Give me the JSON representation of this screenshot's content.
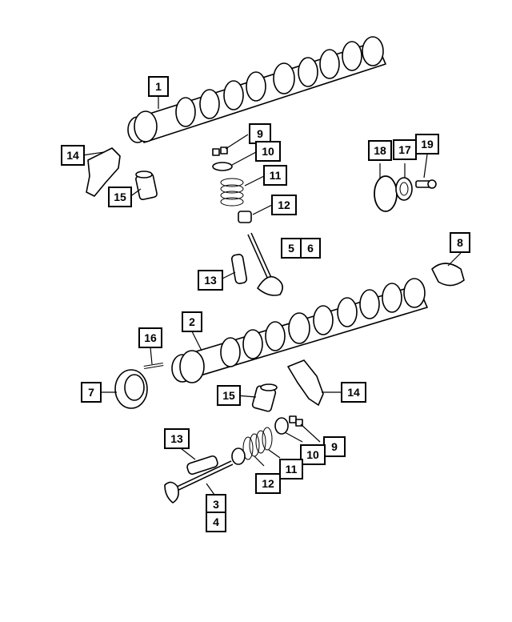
{
  "callouts": {
    "c1": "1",
    "c2": "2",
    "c3": "3",
    "c4": "4",
    "c5": "5",
    "c6": "6",
    "c7": "7",
    "c8": "8",
    "c9a": "9",
    "c9b": "9",
    "c10a": "10",
    "c10b": "10",
    "c11a": "11",
    "c11b": "11",
    "c12a": "12",
    "c12b": "12",
    "c13a": "13",
    "c13b": "13",
    "c14a": "14",
    "c14b": "14",
    "c15a": "15",
    "c15b": "15",
    "c16": "16",
    "c17": "17",
    "c18": "18",
    "c19": "19"
  }
}
